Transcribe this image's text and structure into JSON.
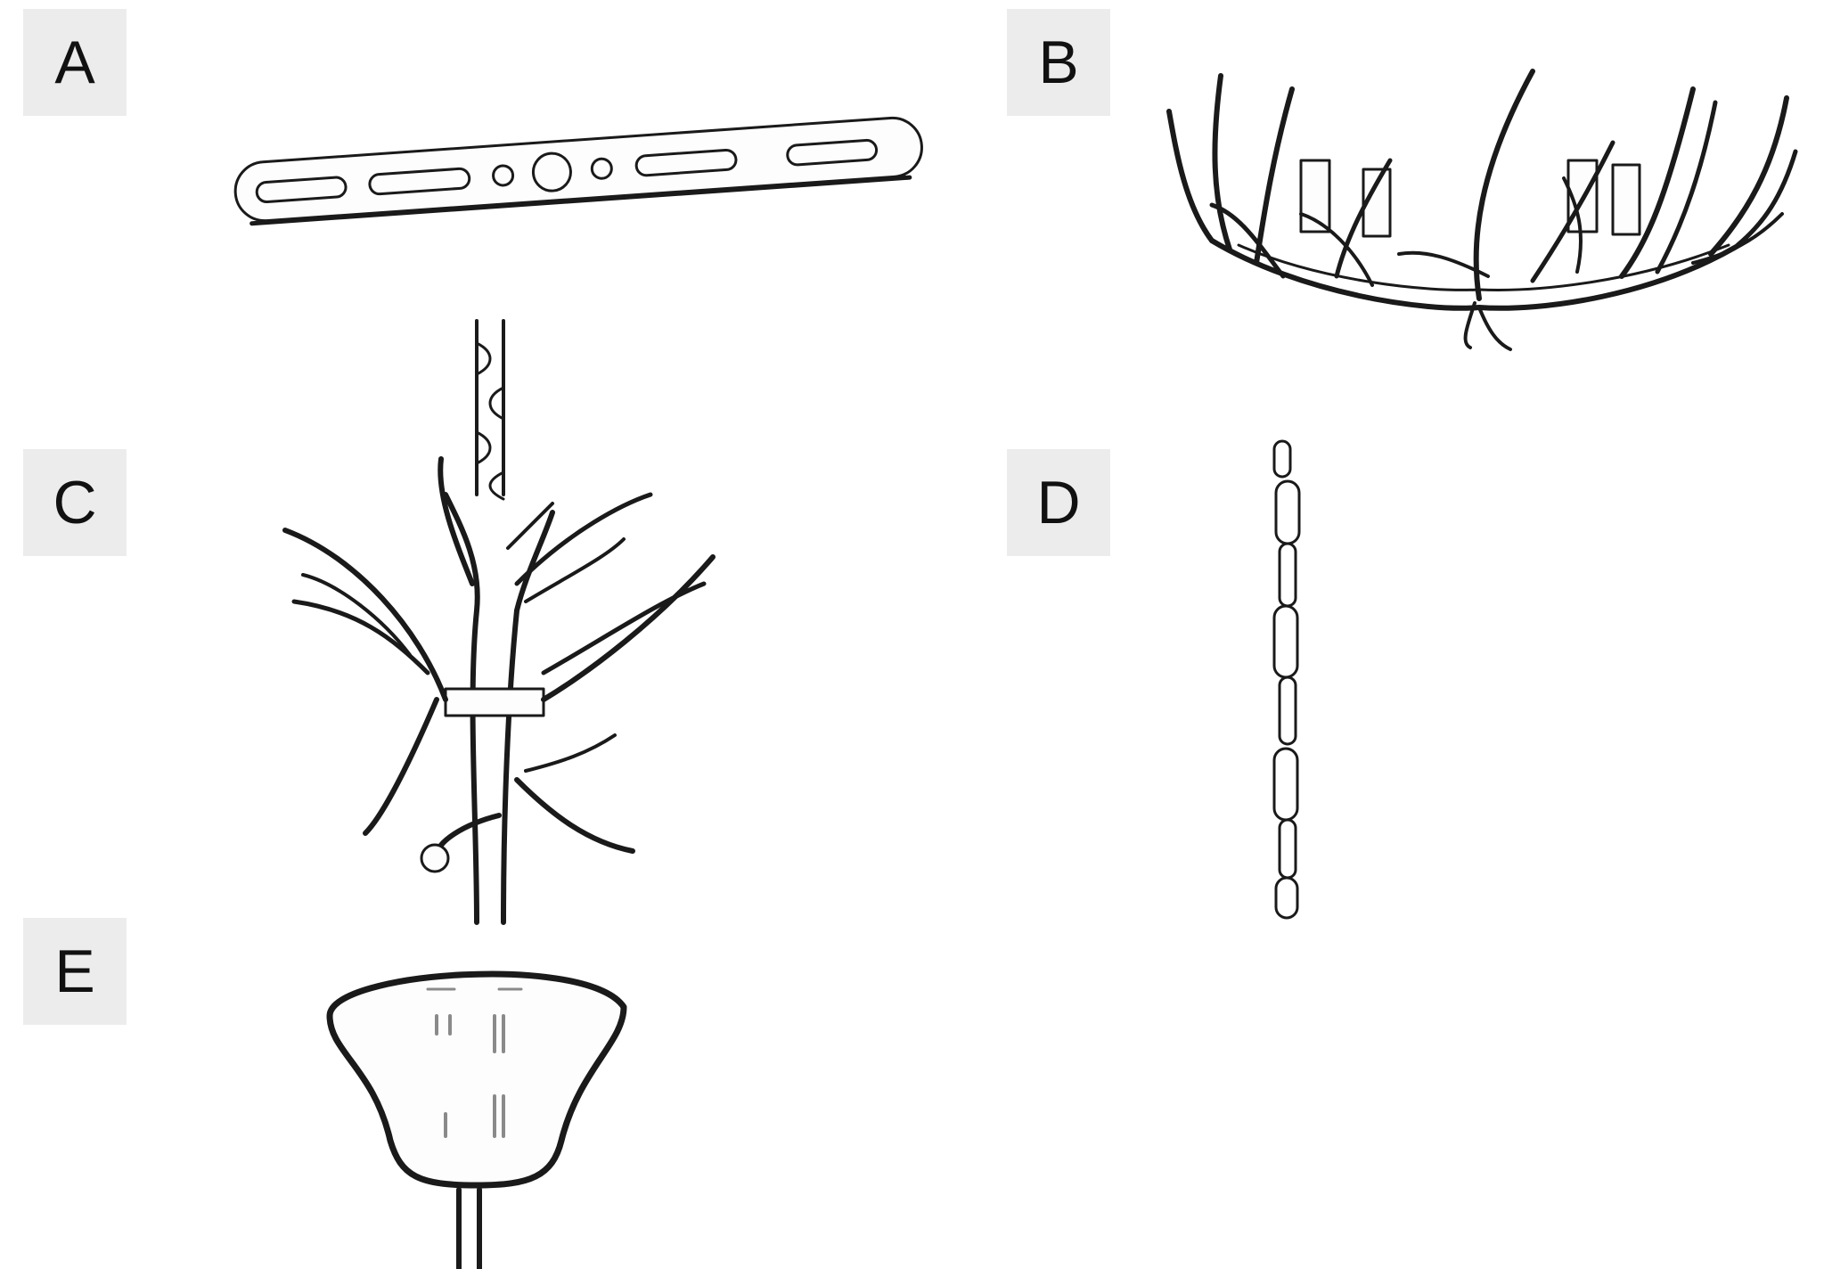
{
  "parts": [
    {
      "letter": "A",
      "icon": "mounting-strap-icon"
    },
    {
      "letter": "B",
      "icon": "antler-chandelier-body-icon"
    },
    {
      "letter": "C",
      "icon": "antler-cluster-with-chain-icon"
    },
    {
      "letter": "D",
      "icon": "chain-icon"
    },
    {
      "letter": "E",
      "icon": "canopy-icon"
    }
  ]
}
